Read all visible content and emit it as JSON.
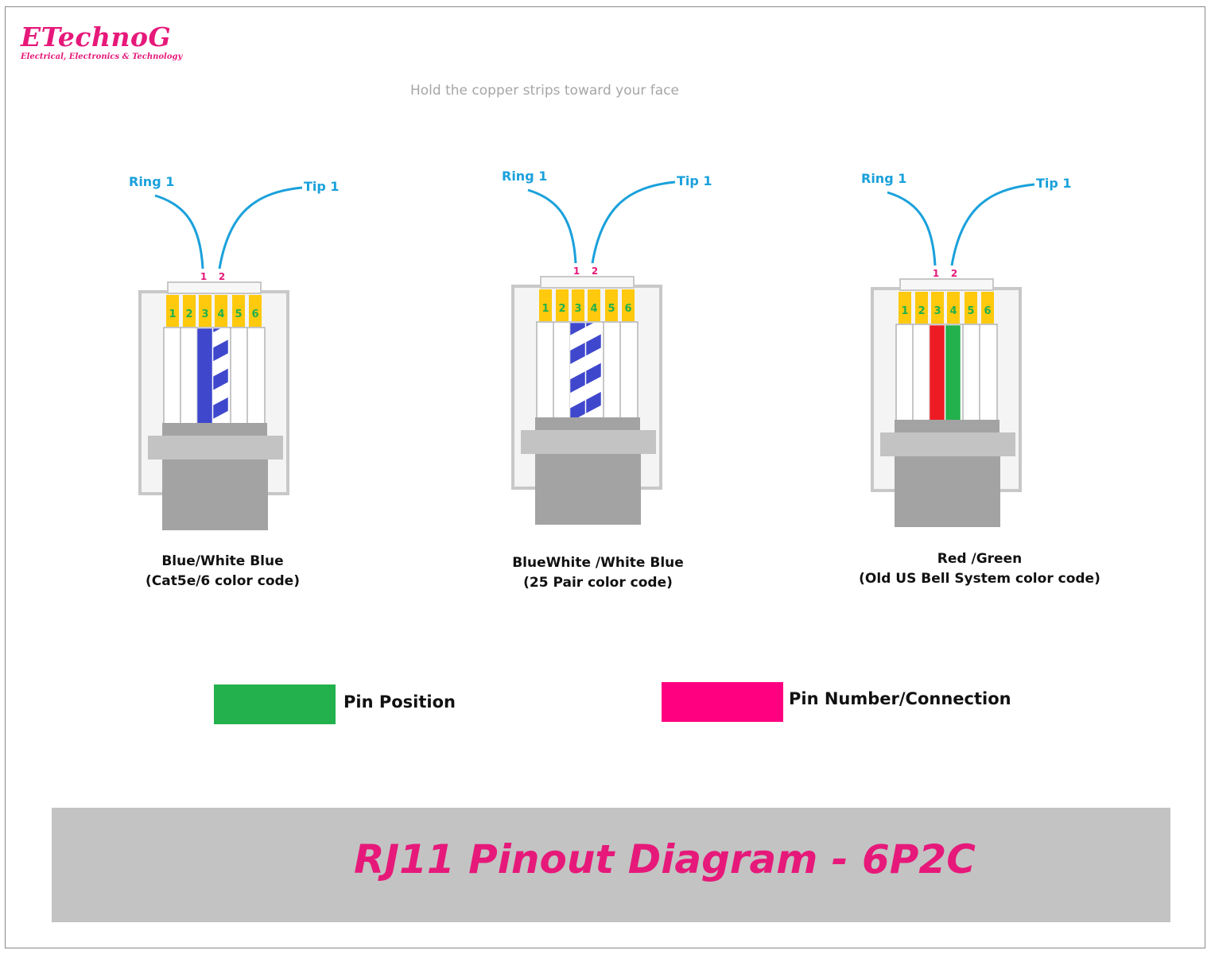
{
  "brand": {
    "name": "TechnoG",
    "initial": "E",
    "tagline": "Electrical, Electronics & Technology",
    "color": "#e6197a"
  },
  "hint": "Hold the copper strips toward your face",
  "connectors": [
    {
      "ring_label": "Ring 1",
      "tip_label": "Tip 1",
      "connection_numbers": [
        "1",
        "2"
      ],
      "pin_numbers": [
        "1",
        "2",
        "3",
        "4",
        "5",
        "6"
      ],
      "wire_pin3": "Blue",
      "wire_pin4": "White Blue (striped)",
      "caption_line1": "Blue/White Blue",
      "caption_line2": "(Cat5e/6 color code)"
    },
    {
      "ring_label": "Ring 1",
      "tip_label": "Tip 1",
      "connection_numbers": [
        "1",
        "2"
      ],
      "pin_numbers": [
        "1",
        "2",
        "3",
        "4",
        "5",
        "6"
      ],
      "wire_pin3": "Blue White (striped)",
      "wire_pin4": "White Blue (striped)",
      "caption_line1": "BlueWhite /White Blue",
      "caption_line2": "(25 Pair color code)"
    },
    {
      "ring_label": "Ring 1",
      "tip_label": "Tip 1",
      "connection_numbers": [
        "1",
        "2"
      ],
      "pin_numbers": [
        "1",
        "2",
        "3",
        "4",
        "5",
        "6"
      ],
      "wire_pin3": "Red",
      "wire_pin4": "Green",
      "caption_line1": "Red /Green",
      "caption_line2": "(Old US Bell System color code)"
    }
  ],
  "legend": [
    {
      "label": "Pin Position",
      "color": "#22b14c"
    },
    {
      "label": "Pin Number/Connection",
      "color": "#ff0080"
    }
  ],
  "colors": {
    "pin_gold": "#ffc90e",
    "wire_blue": "#3f48cc",
    "wire_red": "#ed1c24",
    "wire_green": "#22b14c",
    "label_cyan": "#1aa1db"
  },
  "title": "RJ11 Pinout Diagram - 6P2C"
}
